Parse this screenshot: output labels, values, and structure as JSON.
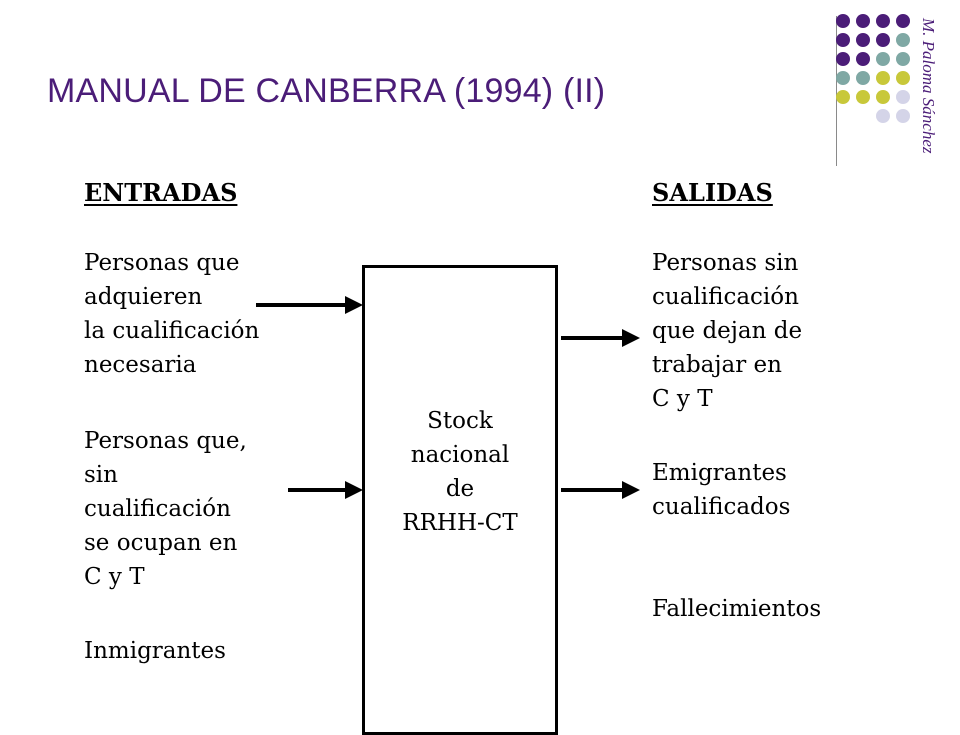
{
  "title": "MANUAL DE CANBERRA (1994) (II)",
  "author": "M. Paloma Sánchez",
  "decor_colors": {
    "purple": "#4b1d78",
    "teal": "#7fa8a4",
    "olive": "#c8c83a",
    "lavender": "#d4d4e8",
    "divider": "#8a8a8a"
  },
  "inputs": {
    "header": "ENTRADAS",
    "items": [
      "Personas que\nadquieren\nla cualificación\nnecesaria",
      "Personas que,\nsin\ncualificación\nse ocupan en\nC y T",
      "Inmigrantes"
    ]
  },
  "stock": {
    "label": "Stock\nnacional\nde\nRRHH-CT"
  },
  "outputs": {
    "header": "SALIDAS",
    "items": [
      "Personas sin\ncualificación\nque dejan de\ntrabajar en\nC y T",
      "Emigrantes\ncualificados",
      "Fallecimientos"
    ]
  }
}
